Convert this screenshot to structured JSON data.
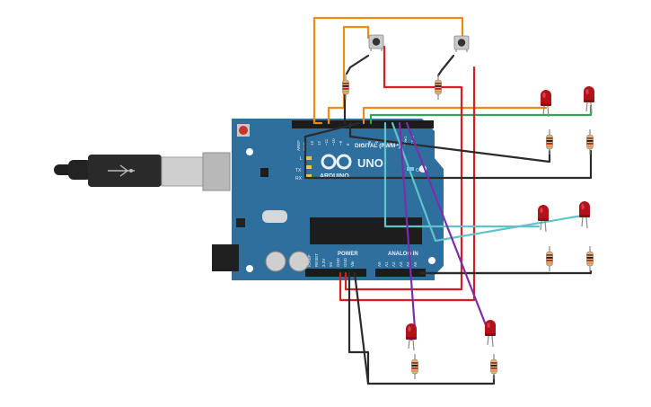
{
  "board": {
    "brand": "ARDUINO",
    "model": "UNO",
    "section_digital": "DIGITAL (PWM~)",
    "section_power": "POWER",
    "section_analog": "ANALOG IN",
    "on_label": "ON",
    "tx_label": "TX",
    "rx_label": "RX",
    "l_label": "L",
    "aref": "AREF",
    "gnd": "GND",
    "digital_pins": [
      "13",
      "12",
      "~11",
      "~10",
      "~9",
      "8",
      "7",
      "~6",
      "~5",
      "4",
      "~3",
      "2",
      "TX▸1",
      "RX◂0"
    ],
    "power_pins": [
      "IOREF",
      "RESET",
      "3.3V",
      "5V",
      "GND",
      "GND",
      "Vin"
    ],
    "analog_pins": [
      "A0",
      "A1",
      "A2",
      "A3",
      "A4",
      "A5"
    ]
  },
  "colors": {
    "board": "#2f6f9e",
    "wire_orange": "#ef8a17",
    "wire_red": "#d81b24",
    "wire_black": "#2b2b2b",
    "wire_green": "#2fa84f",
    "wire_cyan": "#5ec4c8",
    "wire_purple": "#7b2ea8",
    "led": "#a80f17"
  },
  "icons": {
    "usb_cable": "usb-plug-icon",
    "infinity_logo": "arduino-logo-icon",
    "button": "pushbutton-icon",
    "led": "led-icon",
    "resistor": "resistor-icon"
  }
}
